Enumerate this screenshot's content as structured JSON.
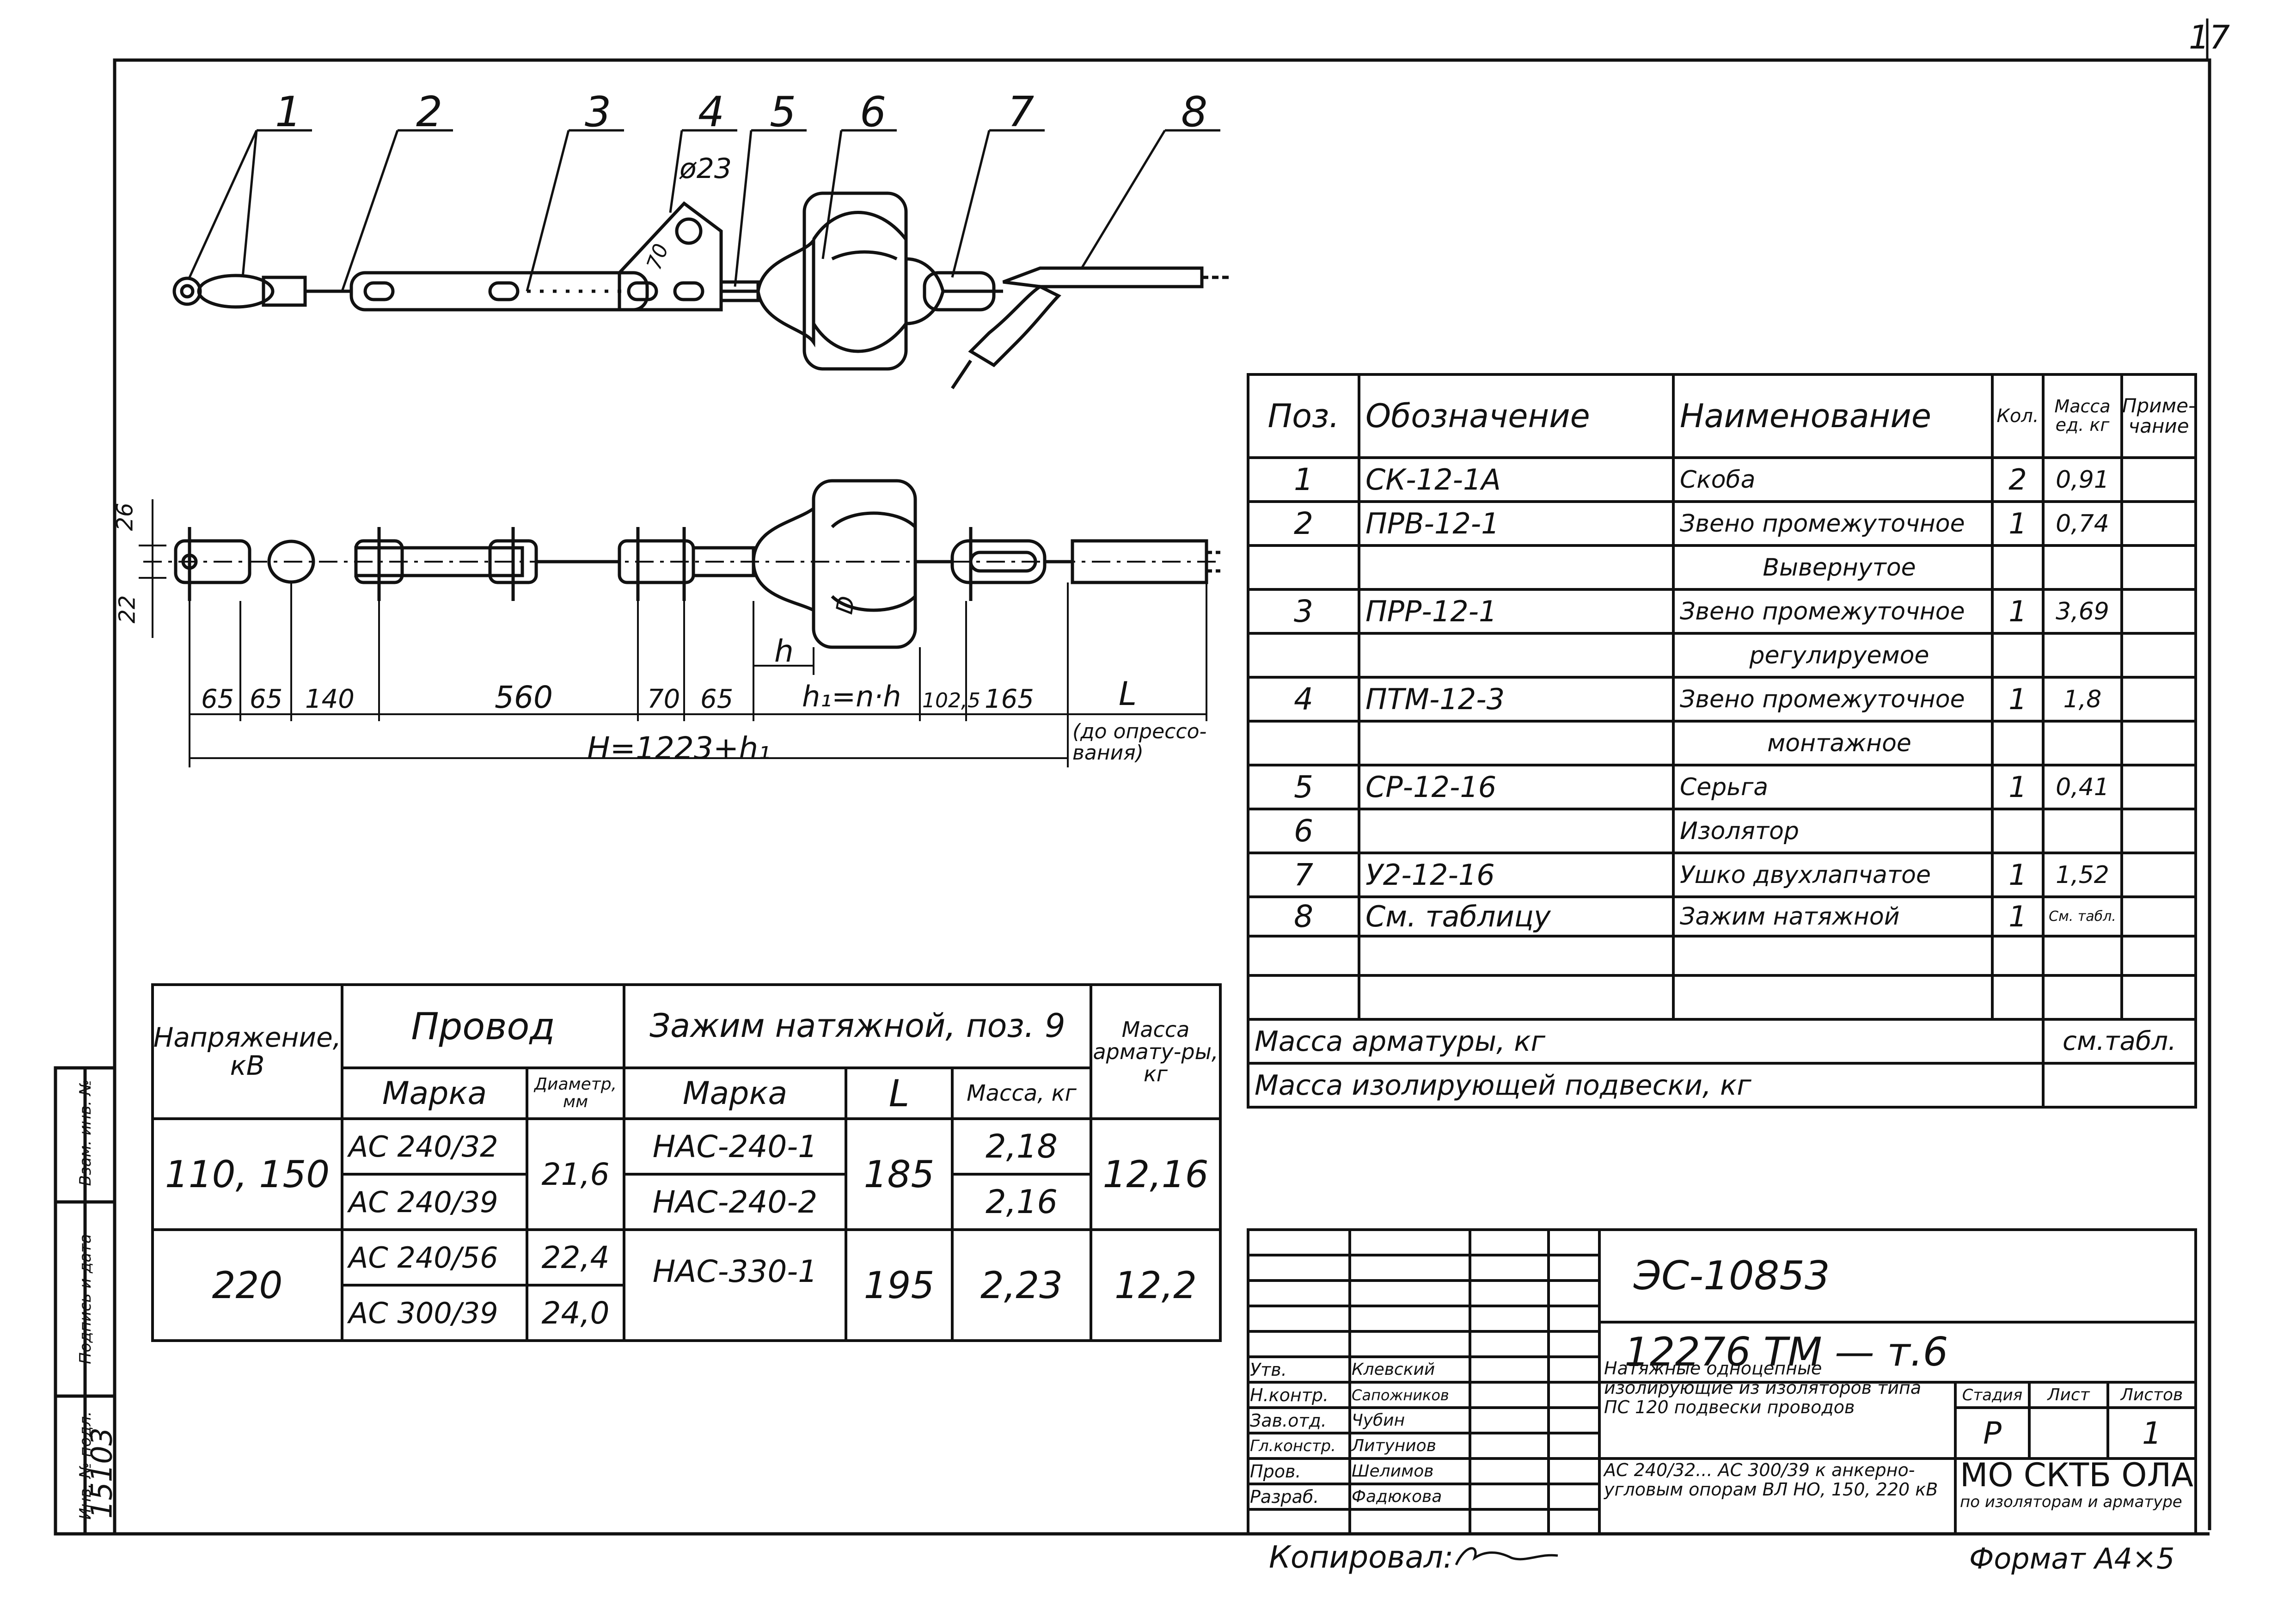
{
  "page_number": "17",
  "drawing": {
    "pos_labels": [
      "1",
      "2",
      "3",
      "4",
      "5",
      "6",
      "7",
      "8"
    ],
    "dim_phi": "ø23",
    "dim_70_side": "70",
    "dim_26": "26",
    "dim_22": "22",
    "dim_D": "D",
    "dim_h": "h",
    "dim_h1": "h₁=n·h",
    "dims_bottom": [
      "65",
      "65",
      "140",
      "560",
      "70",
      "65",
      "102,5",
      "165",
      "L"
    ],
    "total_dim": "H=1223+h₁",
    "crimp_note": "(до опрессо-вания)"
  },
  "parts_table": {
    "headers": [
      "Поз.",
      "Обозначение",
      "Наименование",
      "Кол.",
      "Масса ед. кг",
      "Приме-чание"
    ],
    "rows": [
      [
        "1",
        "СК-12-1А",
        "Скоба",
        "2",
        "0,91",
        ""
      ],
      [
        "2",
        "ПРВ-12-1",
        "Звено промежуточное",
        "1",
        "0,74",
        ""
      ],
      [
        "",
        "",
        "Вывернутое",
        "",
        "",
        ""
      ],
      [
        "3",
        "ПРР-12-1",
        "Звено промежуточное",
        "1",
        "3,69",
        ""
      ],
      [
        "",
        "",
        "регулируемое",
        "",
        "",
        ""
      ],
      [
        "4",
        "ПТМ-12-3",
        "Звено промежуточное",
        "1",
        "1,8",
        ""
      ],
      [
        "",
        "",
        "монтажное",
        "",
        "",
        ""
      ],
      [
        "5",
        "СР-12-16",
        "Серьга",
        "1",
        "0,41",
        ""
      ],
      [
        "6",
        "",
        "Изолятор",
        "",
        "",
        ""
      ],
      [
        "7",
        "У2-12-16",
        "Ушко двухлапчатое",
        "1",
        "1,52",
        ""
      ],
      [
        "8",
        "См. таблицу",
        "Зажим натяжной",
        "1",
        "См. табл.",
        ""
      ],
      [
        "",
        "",
        "",
        "",
        "",
        ""
      ],
      [
        "",
        "",
        "",
        "",
        "",
        ""
      ]
    ],
    "mass_fittings_label": "Масса арматуры, кг",
    "mass_fittings_value": "см.табл.",
    "mass_insul_label": "Масса изолирующей подвески, кг",
    "mass_insul_value": ""
  },
  "clamp_table": {
    "h_voltage": "Напряжение, кВ",
    "h_wire": "Провод",
    "h_clamp": "Зажим натяжной, поз. 9",
    "h_mass_fit": "Масса армату-ры, кг",
    "h_mark": "Марка",
    "h_diam": "Диаметр, мм",
    "h_mark2": "Марка",
    "h_L": "L",
    "h_mass": "Масса, кг",
    "groups": [
      {
        "voltage": "110, 150",
        "wires": [
          "АС 240/32",
          "АС 240/39"
        ],
        "diam": [
          "21,6"
        ],
        "clamps": [
          "НАС-240-1",
          "НАС-240-2"
        ],
        "L": "185",
        "mass": [
          "2,18",
          "2,16"
        ],
        "mass_fit": "12,16"
      },
      {
        "voltage": "220",
        "wires": [
          "АС 240/56",
          "АС 300/39"
        ],
        "diam": [
          "22,4",
          "24,0"
        ],
        "clamps": [
          "НАС-330-1"
        ],
        "L": "195",
        "mass": [
          "2,23"
        ],
        "mass_fit": "12,2"
      }
    ]
  },
  "side_stamp": {
    "labels": [
      "Взам. инв. №",
      "Подпись и дата",
      "Инв. № подл."
    ],
    "inv_no": "15103"
  },
  "title_block": {
    "doc_code": "ЭС-10853",
    "sub_code": "12276 ТМ — т.6",
    "roles": [
      "Утв.",
      "Н.контр.",
      "Зав.отд.",
      "Гл.констр.",
      "Пров.",
      "Разраб."
    ],
    "names": [
      "Клевский",
      "Сапожников",
      "Чубин",
      "Литуниов",
      "Шелимов",
      "Фадюкова"
    ],
    "title1": "Натяжные одноцепные изолирующие из изоляторов типа ПС 120 подвески проводов",
    "stage_h": "Стадия",
    "sheet_h": "Лист",
    "sheets_h": "Листов",
    "stage": "Р",
    "sheet": "",
    "sheets": "1",
    "title2": "АС 240/32... АС 300/39 к анкерно-угловым опорам ВЛ НО, 150, 220 кВ",
    "org1": "МО СКТБ ОЛА",
    "org2": "по изоляторам и арматуре"
  },
  "footer": {
    "copied": "Копировал:",
    "format": "Формат А4×5"
  }
}
